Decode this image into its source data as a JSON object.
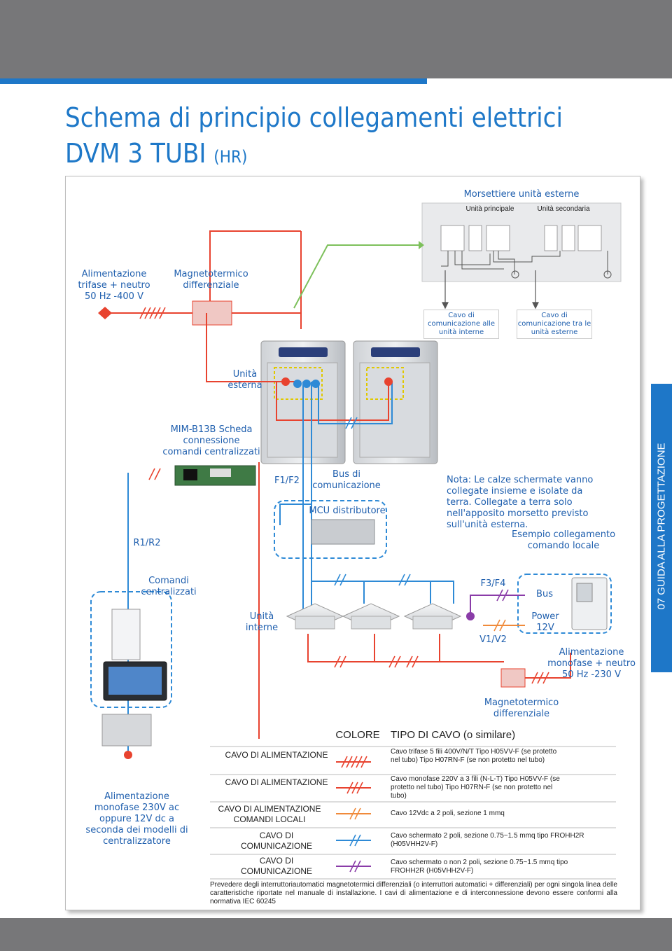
{
  "header": {
    "title_line1": "Schema di principio collegamenti elettrici",
    "title_line2": "DVM 3 TUBI",
    "title_suffix": "(HR)"
  },
  "side_tab": "07 GUIDA ALLA PROGETTAZIONE",
  "terminal_block": {
    "title": "Morsettiere unità esterne",
    "main_unit": "Unità principale",
    "secondary_unit": "Unità secondaria",
    "cable_indoor": "Cavo di comunicazione alle unità interne",
    "cable_outdoor": "Cavo di comunicazione tra le unità esterne"
  },
  "labels": {
    "power_supply_3ph": "Alimentazione trifase + neutro 50 Hz -400 V",
    "breaker_top": "Magnetotermico differenziale",
    "outdoor_unit": "Unità esterna",
    "mim": "MIM-B13B Scheda connessione comandi centralizzati",
    "f1f2": "F1/F2",
    "bus": "Bus di comunicazione",
    "mcu": "MCU distributore",
    "r1r2": "R1/R2",
    "central_controls": "Comandi centralizzati",
    "indoor_units": "Unità interne",
    "note": "Nota: Le calze schermate vanno collegate insieme e isolate da terra. Collegate a terra solo nell'apposito morsetto previsto sull'unità esterna.",
    "local_example": "Esempio collegamento comando locale",
    "f3f4": "F3/F4",
    "v1v2": "V1/V2",
    "bus_local": "Bus",
    "power12": "Power 12V",
    "power_1ph": "Alimentazione monofase + neutro 50 Hz -230 V",
    "breaker_bottom": "Magnetotermico differenziale",
    "controller_supply": "Alimentazione monofase 230V ac oppure 12V dc a seconda dei modelli di centralizzatore"
  },
  "legend": {
    "col_color": "COLORE",
    "col_type": "TIPO DI CAVO (o similare)",
    "rows": [
      {
        "name": "CAVO DI ALIMENTAZIONE",
        "color": "#e8432f",
        "desc": "Cavo trifase 5 fili 400V/N/T Tipo H05VV-F (se protetto nel tubo) Tipo H07RN-F (se non protetto nel tubo)"
      },
      {
        "name": "CAVO DI ALIMENTAZIONE",
        "color": "#e8432f",
        "desc": "Cavo monofase 220V a 3 fili (N-L-T) Tipo H05VV-F (se protetto nel tubo) Tipo H07RN-F (se non protetto nel tubo)"
      },
      {
        "name": "CAVO DI ALIMENTAZIONE COMANDI LOCALI",
        "color": "#f08a3a",
        "desc": "Cavo 12Vdc a 2 poli, sezione 1 mmq"
      },
      {
        "name": "CAVO DI COMUNICAZIONE",
        "color": "#2e8ad6",
        "desc": "Cavo schermato 2 poli, sezione 0.75~1.5 mmq tipo FROHH2R (H05VHH2V-F)"
      },
      {
        "name": "CAVO DI COMUNICAZIONE",
        "color": "#8a3ca8",
        "desc": "Cavo schermato o non 2 poli, sezione 0.75~1.5 mmq tipo FROHH2R (H05VHH2V-F)"
      }
    ],
    "footnote": "Prevedere degli interruttoriautomatici magnetotermici differenziali (o interruttori automatici + differenziali) per ogni singola linea delle caratteristiche riportate nel manuale di installazione. I cavi di alimentazione e di interconnessione devono essere conformi alla normativa IEC 60245"
  },
  "colors": {
    "power": "#e8432f",
    "comm_blue": "#2e8ad6",
    "comm_purple": "#8a3ca8",
    "local_orange": "#f08a3a",
    "earth_green": "#7dc05b",
    "brand": "#1e77c8"
  }
}
